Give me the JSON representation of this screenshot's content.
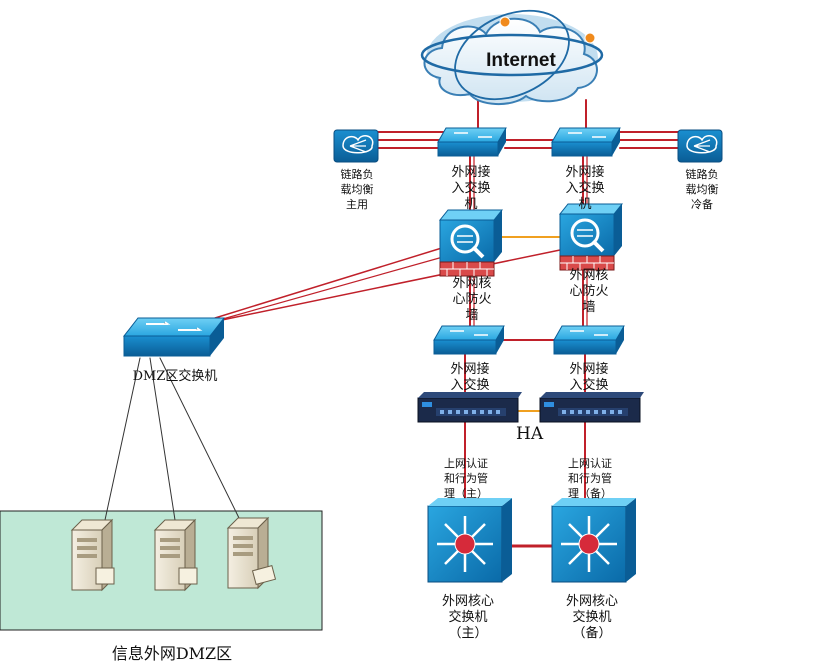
{
  "cloud": {
    "label": "Internet"
  },
  "nodes": {
    "lb_primary": "链路负\n载均衡\n主用",
    "lb_standby": "链路负\n载均衡\n冷备",
    "access_top_left": "外网接\n入交换\n机",
    "access_top_right": "外网接\n入交换\n机",
    "fw_left": "外网核\n心防火\n墙",
    "fw_right": "外网核\n心防火\n墙",
    "access_mid_left": "外网接\n入交换",
    "access_mid_right": "外网接\n入交换",
    "auth_left": "上网认证\n和行为管\n理（主）",
    "auth_right": "上网认证\n和行为管\n理（备）",
    "core_left": "外网核心\n交换机\n（主）",
    "core_right": "外网核心\n交换机\n（备）",
    "dmz_switch": "DMZ区交换机"
  },
  "ha_label": "HA",
  "dmz_zone": {
    "label": "信息外网DMZ区"
  },
  "colors": {
    "link_red": "#c0202a",
    "link_orange": "#f0a020",
    "device_blue": "#1a8fd0",
    "zone_fill": "#bfe8d6"
  }
}
